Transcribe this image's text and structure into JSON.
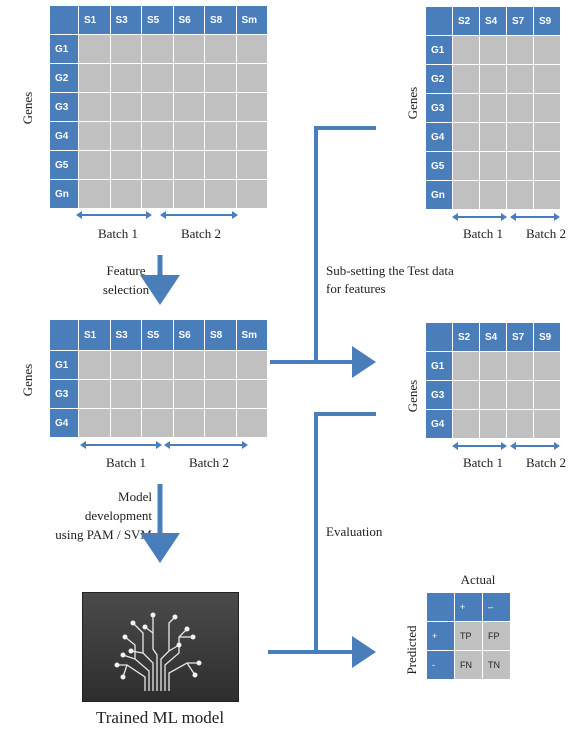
{
  "matrix_top_left": {
    "samples": [
      "S1",
      "S3",
      "S5",
      "S6",
      "S8",
      "Sm"
    ],
    "genes": [
      "G1",
      "G2",
      "G3",
      "G4",
      "G5",
      "Gn"
    ],
    "axis_label": "Genes",
    "batch1": "Batch 1",
    "batch2": "Batch 2"
  },
  "matrix_mid_left": {
    "samples": [
      "S1",
      "S3",
      "S5",
      "S6",
      "S8",
      "Sm"
    ],
    "genes": [
      "G1",
      "G3",
      "G4"
    ],
    "axis_label": "Genes",
    "batch1": "Batch 1",
    "batch2": "Batch 2"
  },
  "matrix_top_right": {
    "samples": [
      "S2",
      "S4",
      "S7",
      "S9"
    ],
    "genes": [
      "G1",
      "G2",
      "G3",
      "G4",
      "G5",
      "Gn"
    ],
    "axis_label": "Genes",
    "batch1": "Batch 1",
    "batch2": "Batch 2"
  },
  "matrix_mid_right": {
    "samples": [
      "S2",
      "S4",
      "S7",
      "S9"
    ],
    "genes": [
      "G1",
      "G3",
      "G4"
    ],
    "axis_label": "Genes",
    "batch1": "Batch 1",
    "batch2": "Batch 2"
  },
  "labels": {
    "feature_selection_1": "Feature",
    "feature_selection_2": "selection",
    "model_dev_1": "Model",
    "model_dev_2": "development",
    "model_dev_3": "using PAM / SVM",
    "subsetting_1": "Sub-setting the Test data",
    "subsetting_2": "for features",
    "evaluation": "Evaluation",
    "trained_model": "Trained ML model"
  },
  "confusion": {
    "actual": "Actual",
    "predicted": "Predicted",
    "plus": "+",
    "minus": "–",
    "row_plus": "+",
    "row_minus": "-",
    "tp": "TP",
    "fp": "FP",
    "fn": "FN",
    "tn": "TN"
  },
  "colors": {
    "accent": "#4a7ebb",
    "cell": "#c0c0c0",
    "arrow": "#4a7ebb"
  }
}
